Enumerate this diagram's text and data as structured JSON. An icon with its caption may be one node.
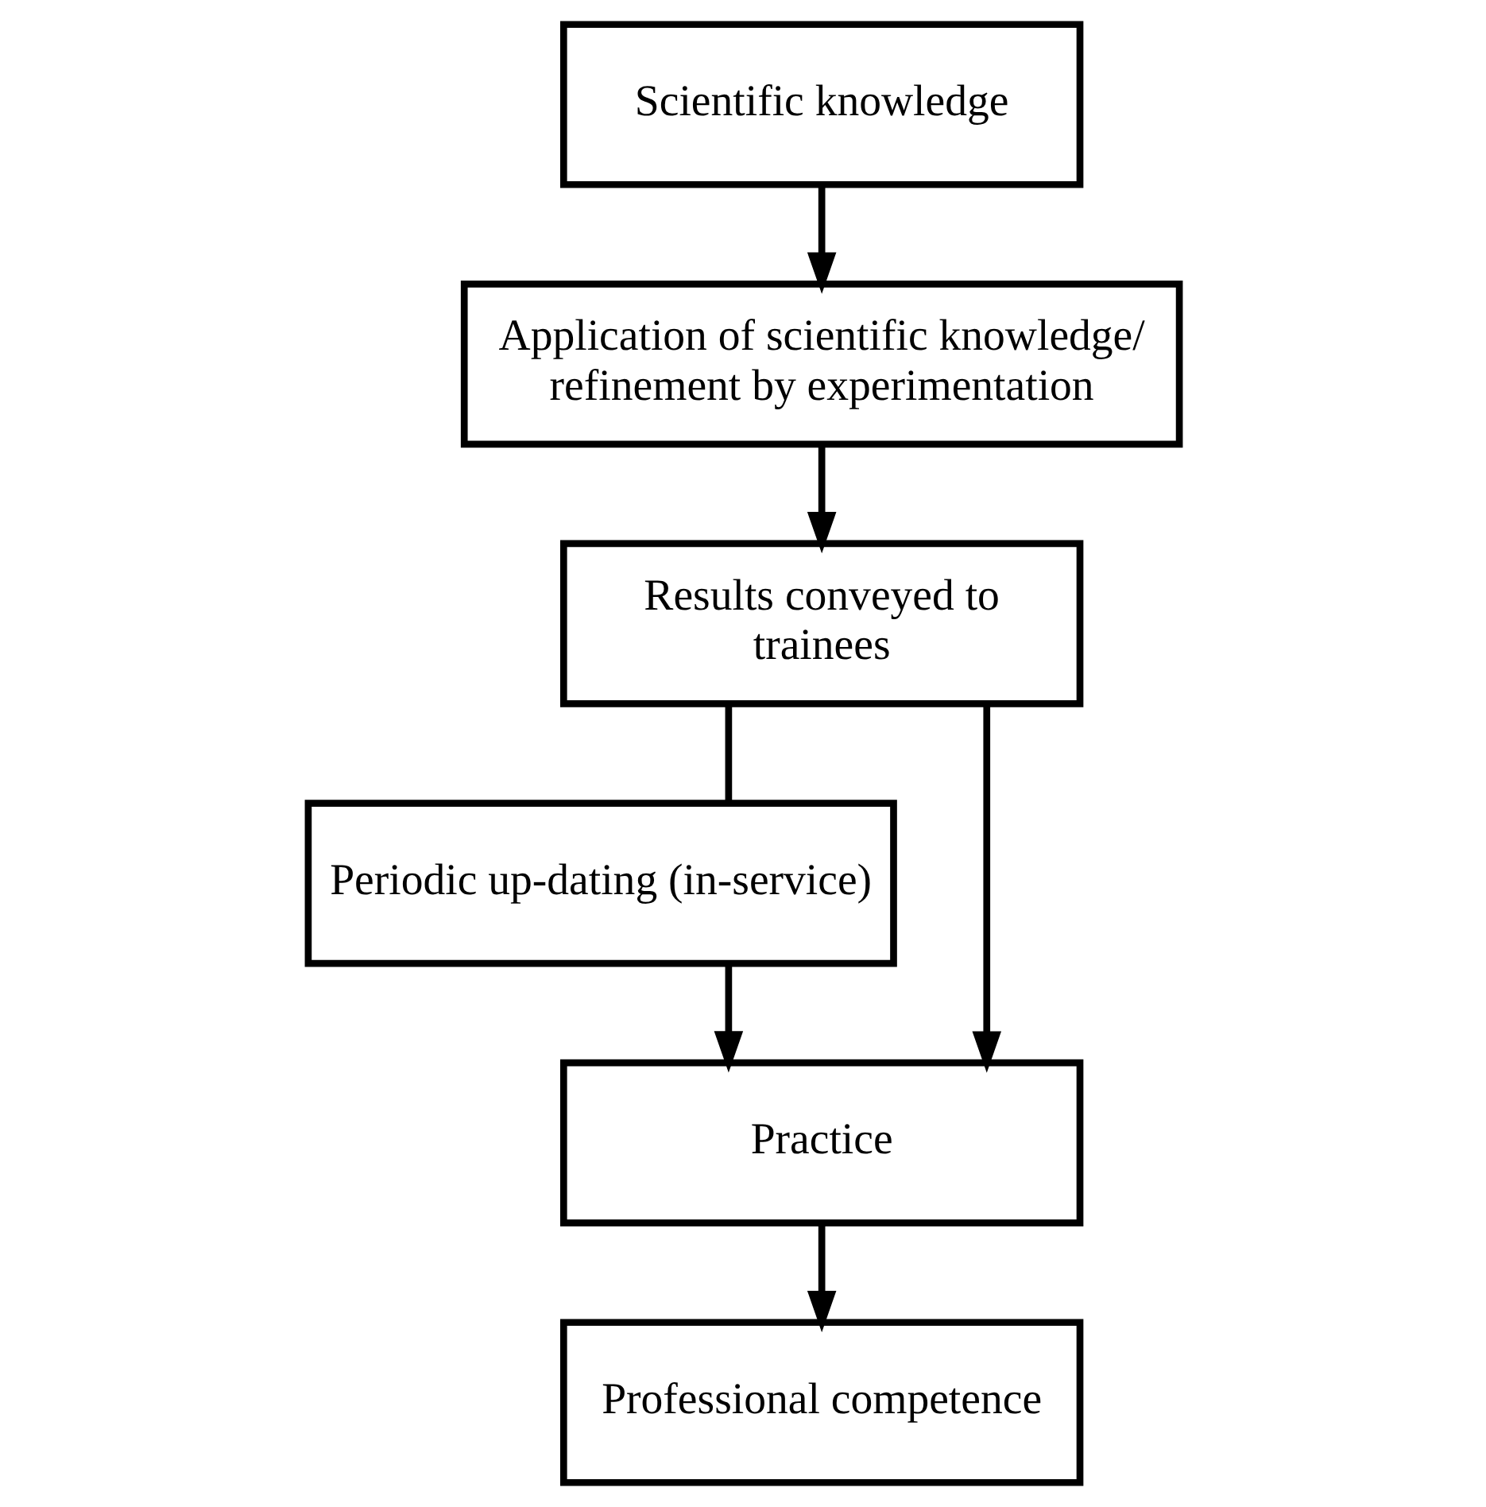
{
  "diagram": {
    "nodes": [
      {
        "text": [
          "Scientific knowledge"
        ]
      },
      {
        "text": [
          "Application of scientific knowledge/ refinement by experimentation"
        ]
      },
      {
        "text": [
          "Results conveyed to trainees"
        ]
      },
      {
        "text": [
          "Periodic up-dating (in-service)"
        ]
      },
      {
        "text": [
          "Practice"
        ]
      },
      {
        "text": [
          "Professional competence"
        ]
      }
    ],
    "edges": [
      {
        "from": 0,
        "to": 1,
        "arrow": "to"
      },
      {
        "from": 1,
        "to": 2,
        "arrow": "to"
      },
      {
        "from": 2,
        "to": 3,
        "arrow": "none"
      },
      {
        "from": 2,
        "to": 4,
        "arrow": "to"
      },
      {
        "from": 3,
        "to": 4,
        "arrow": "to"
      },
      {
        "from": 4,
        "to": 5,
        "arrow": "to"
      }
    ]
  }
}
